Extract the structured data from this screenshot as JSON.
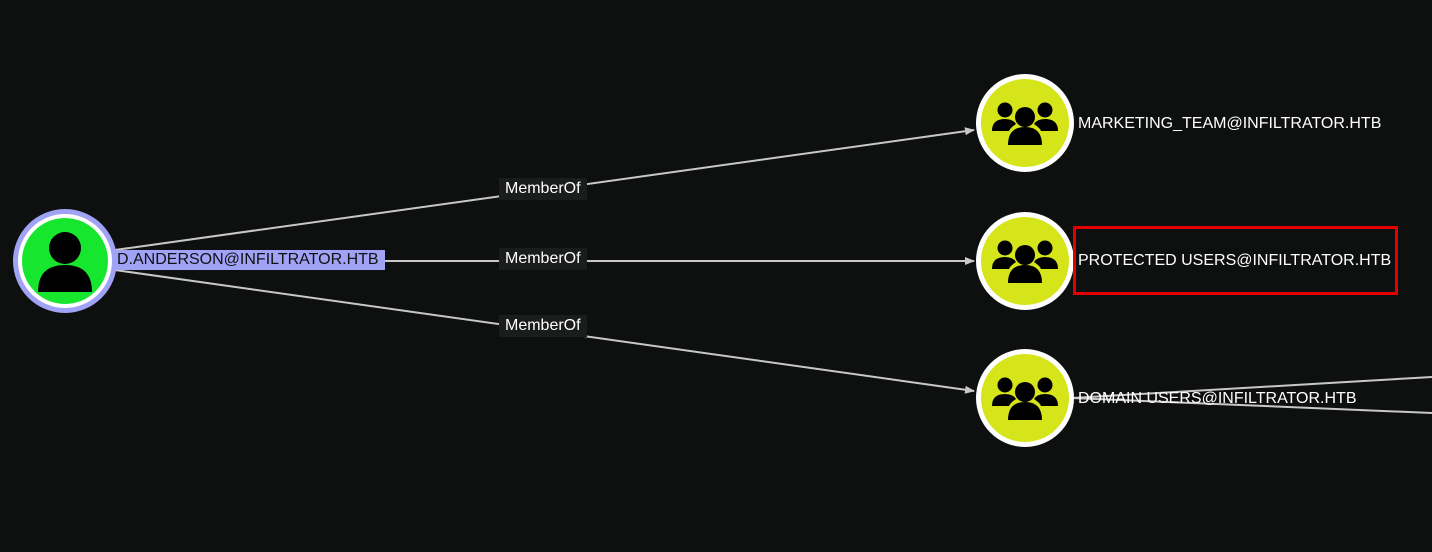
{
  "graph": {
    "source": {
      "label": "D.ANDERSON@INFILTRATOR.HTB",
      "icon": "user-icon",
      "color": "#17e62e",
      "ring_color": "#a0a3f5"
    },
    "targets": [
      {
        "label": "MARKETING_TEAM@INFILTRATOR.HTB",
        "icon": "group-icon",
        "color": "#d6e41a"
      },
      {
        "label": "PROTECTED USERS@INFILTRATOR.HTB",
        "icon": "group-icon",
        "color": "#d6e41a",
        "highlighted": true
      },
      {
        "label": "DOMAIN USERS@INFILTRATOR.HTB",
        "icon": "group-icon",
        "color": "#d6e41a"
      }
    ],
    "edges": [
      {
        "label": "MemberOf"
      },
      {
        "label": "MemberOf"
      },
      {
        "label": "MemberOf"
      }
    ],
    "highlight_color": "#e50000",
    "edge_color": "#c8c8c8"
  }
}
